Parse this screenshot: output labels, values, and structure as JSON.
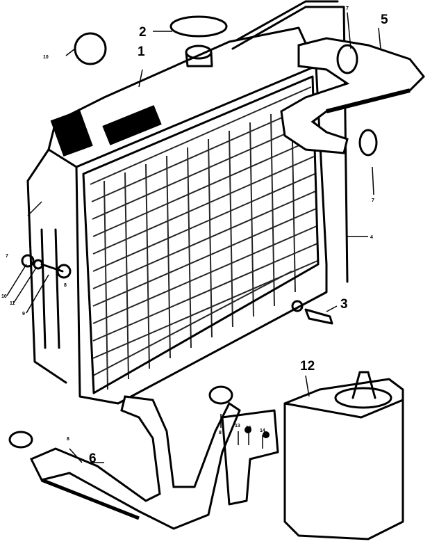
{
  "diagram": {
    "title": "Radiator and cooling hoses exploded view",
    "callouts": {
      "radiator": "1",
      "radiator_cap": "2",
      "drain_plug": "3",
      "overflow_pipe": "4",
      "upper_hose": "5",
      "lower_hose": "6",
      "clamp_upper_left": "7",
      "clamp_upper_right": "7",
      "mount_left": "7",
      "bolt": "8",
      "hose_clamp_lower_left": "8",
      "hose_clamp_lower_mid": "8",
      "washer_a": "9",
      "washer_b": "11",
      "nut": "10",
      "tag": "10",
      "expansion_tank": "12",
      "bracket_a": "13",
      "bracket_b": "15",
      "bracket_c": "14"
    }
  }
}
